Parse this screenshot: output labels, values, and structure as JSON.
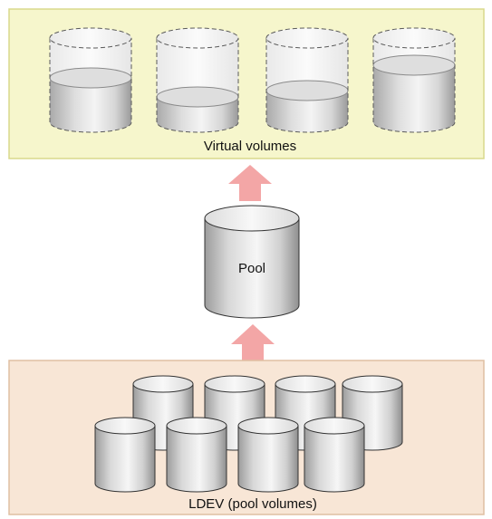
{
  "labels": {
    "virtual_volumes": "Virtual volumes",
    "pool": "Pool",
    "ldev": "LDEV (pool volumes)"
  },
  "panels": {
    "virtual_volumes_fill": "#f6f6cc",
    "virtual_volumes_border": "#d8d88c",
    "ldev_fill": "#f8e6d6",
    "ldev_border": "#dfbfa2"
  },
  "arrows": {
    "color": "#f3a6a6"
  },
  "virtual_volumes": {
    "count": 4,
    "border_style": "dashed"
  },
  "ldev_volumes": {
    "count": 8,
    "border_style": "solid"
  }
}
